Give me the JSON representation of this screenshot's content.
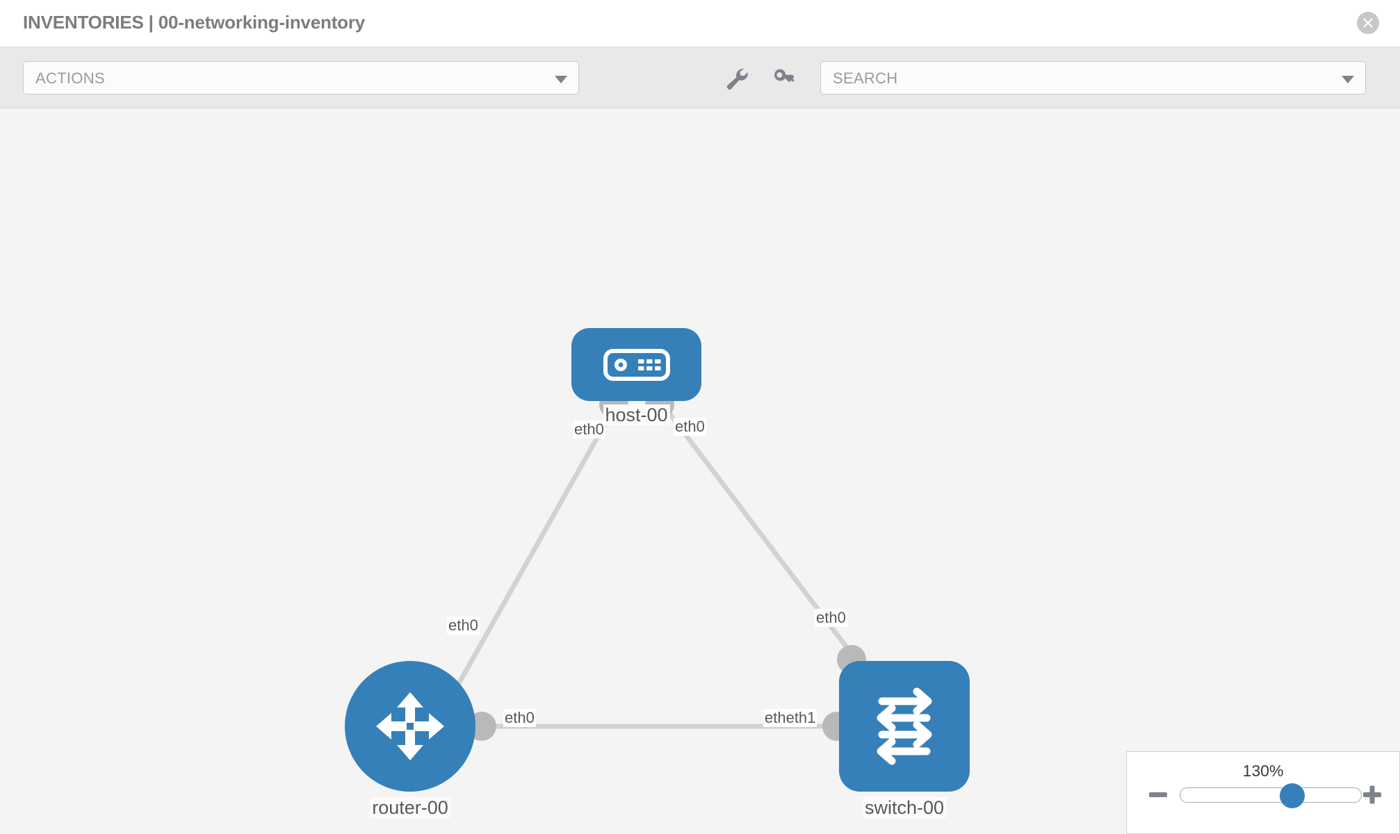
{
  "header": {
    "title": "INVENTORIES | 00-networking-inventory",
    "close_icon": "close-circle-icon"
  },
  "toolbar": {
    "actions": {
      "label": "ACTIONS",
      "caret_icon": "chevron-down-icon"
    },
    "search": {
      "placeholder": "SEARCH",
      "value": "",
      "caret_icon": "chevron-down-icon"
    },
    "wrench_icon": "wrench-icon",
    "key_icon": "key-icon"
  },
  "topology": {
    "nodes": [
      {
        "id": "host-00",
        "label": "host-00",
        "type": "host",
        "icon": "server-icon",
        "shape": "rounded-rect",
        "color": "#3580b8"
      },
      {
        "id": "router-00",
        "label": "router-00",
        "type": "router",
        "icon": "router-arrows-icon",
        "shape": "circle",
        "color": "#3580b8"
      },
      {
        "id": "switch-00",
        "label": "switch-00",
        "type": "switch",
        "icon": "switch-arrows-icon",
        "shape": "rounded-square",
        "color": "#3580b8"
      }
    ],
    "links": [
      {
        "from": "host-00",
        "to": "router-00",
        "from_interface": "eth0",
        "to_interface": "eth0"
      },
      {
        "from": "host-00",
        "to": "switch-00",
        "from_interface": "eth0",
        "to_interface": "eth0"
      },
      {
        "from": "router-00",
        "to": "switch-00",
        "from_interface": "eth0",
        "to_interface": "eth1"
      }
    ],
    "interface_labels": {
      "host_left": "eth0",
      "host_right": "eth0",
      "router_upper": "eth0",
      "switch_upper": "eth0",
      "router_right": "eth0",
      "switch_left_overlap": "etheth1"
    },
    "edge_color": "#d2d2d2",
    "port_color": "#b9b9b9"
  },
  "zoom": {
    "value_label": "130%",
    "percent": 130,
    "slider_position_pct": 62,
    "minus_icon": "minus-icon",
    "plus_icon": "plus-icon"
  }
}
